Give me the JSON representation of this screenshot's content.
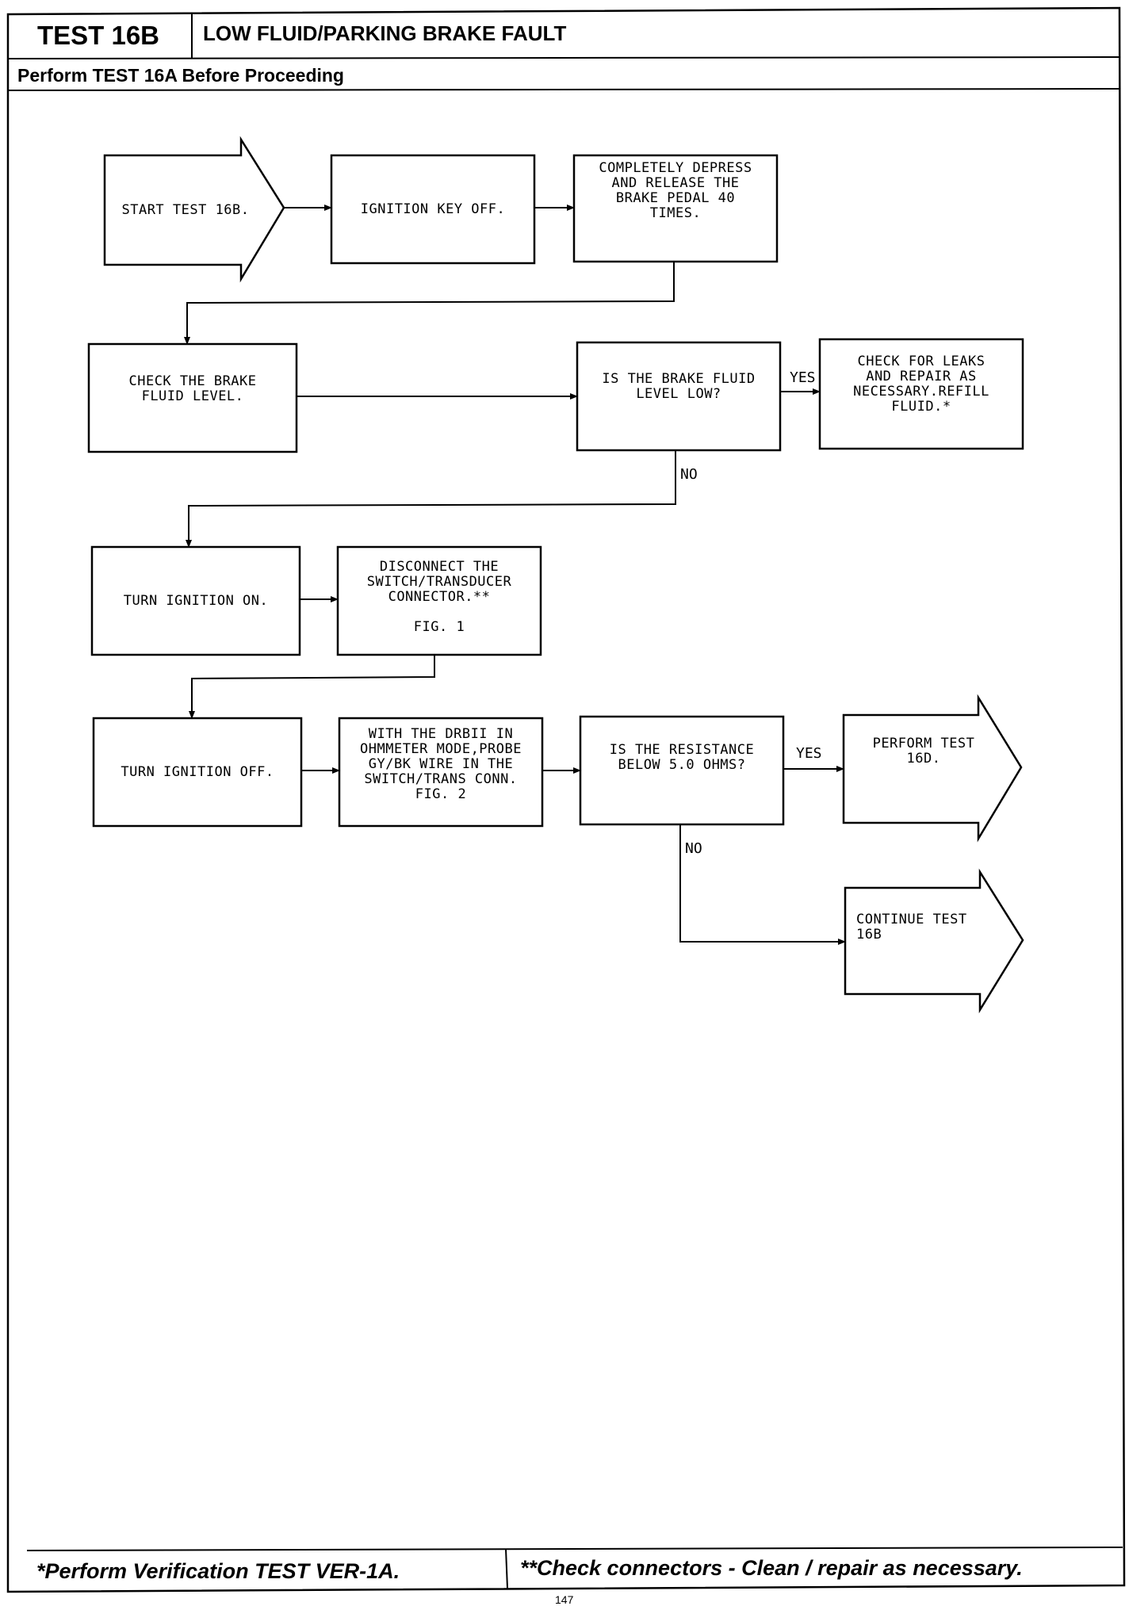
{
  "header": {
    "test_id": "TEST 16B",
    "title": "LOW FLUID/PARKING BRAKE FAULT",
    "prerequisite": "Perform TEST 16A Before Proceeding"
  },
  "nodes": {
    "start": "START TEST 16B.",
    "key_off": "IGNITION KEY OFF.",
    "depress": "COMPLETELY DEPRESS\nAND RELEASE THE\nBRAKE PEDAL 40\nTIMES.",
    "check_level": "CHECK THE BRAKE\nFLUID LEVEL.",
    "is_low": "IS THE BRAKE FLUID\nLEVEL LOW?",
    "refill": "CHECK FOR LEAKS\nAND REPAIR AS\nNECESSARY.REFILL\nFLUID.*",
    "ign_on": "TURN IGNITION ON.",
    "disconnect": "DISCONNECT THE\nSWITCH/TRANSDUCER\nCONNECTOR.**\n\nFIG. 1",
    "ign_off": "TURN IGNITION OFF.",
    "probe": "WITH THE DRBII IN\nOHMMETER MODE,PROBE\nGY/BK WIRE IN THE\nSWITCH/TRANS CONN.\nFIG. 2",
    "is_resist": "IS THE RESISTANCE\nBELOW 5.0 OHMS?",
    "perform_16d": "PERFORM TEST\n16D.",
    "continue_16b": "CONTINUE TEST\n16B"
  },
  "edge_labels": {
    "level_yes": "YES",
    "level_no": "NO",
    "resist_yes": "YES",
    "resist_no": "NO"
  },
  "footer": {
    "left": "*Perform Verification TEST VER-1A.",
    "right": "**Check connectors - Clean / repair as necessary.",
    "page": "147"
  }
}
